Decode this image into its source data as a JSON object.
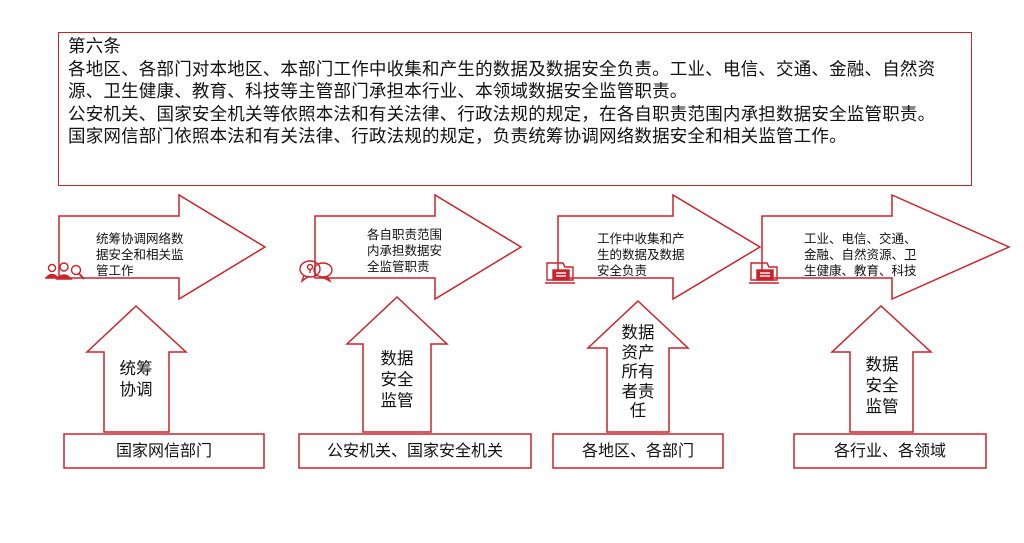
{
  "article": {
    "title": "第六条",
    "paragraphs": [
      "各地区、各部门对本地区、本部门工作中收集和产生的数据及数据安全负责。工业、电信、交通、金融、自然资源、卫生健康、教育、科技等主管部门承担本行业、本领域数据安全监管职责。",
      "公安机关、国家安全机关等依照本法和有关法律、行政法规的规定，在各自职责范围内承担数据安全监管职责。",
      "国家网信部门依照本法和有关法律、行政法规的规定，负责统筹协调网络数据安全和相关监管工作。"
    ]
  },
  "columns": [
    {
      "arrow_lines": [
        "统筹协调网络数",
        "据安全和相关监",
        "管工作"
      ],
      "up_lines": [
        "统筹",
        "协调"
      ],
      "org": "国家网信部门",
      "icon": "people-search-icon"
    },
    {
      "arrow_lines": [
        "各自职责范围",
        "内承担数据安",
        "全监管职责"
      ],
      "up_lines": [
        "数据",
        "安全",
        "监管"
      ],
      "org": "公安机关、国家安全机关",
      "icon": "speech-bubble-icon"
    },
    {
      "arrow_lines": [
        "工作中收集和产",
        "生的数据及数据",
        "安全负责"
      ],
      "up_lines": [
        "数据",
        "资产",
        "所有",
        "者责",
        "任"
      ],
      "org": "各地区、各部门",
      "icon": "factory-icon"
    },
    {
      "arrow_lines": [
        "工业、电信、交通、",
        "金融、自然资源、卫",
        "生健康、教育、科技"
      ],
      "up_lines": [
        "数据",
        "安全",
        "监管"
      ],
      "org": "各行业、各领域",
      "icon": "factory-icon"
    }
  ],
  "colors": {
    "accent": "#c8242b",
    "text": "#111111"
  }
}
